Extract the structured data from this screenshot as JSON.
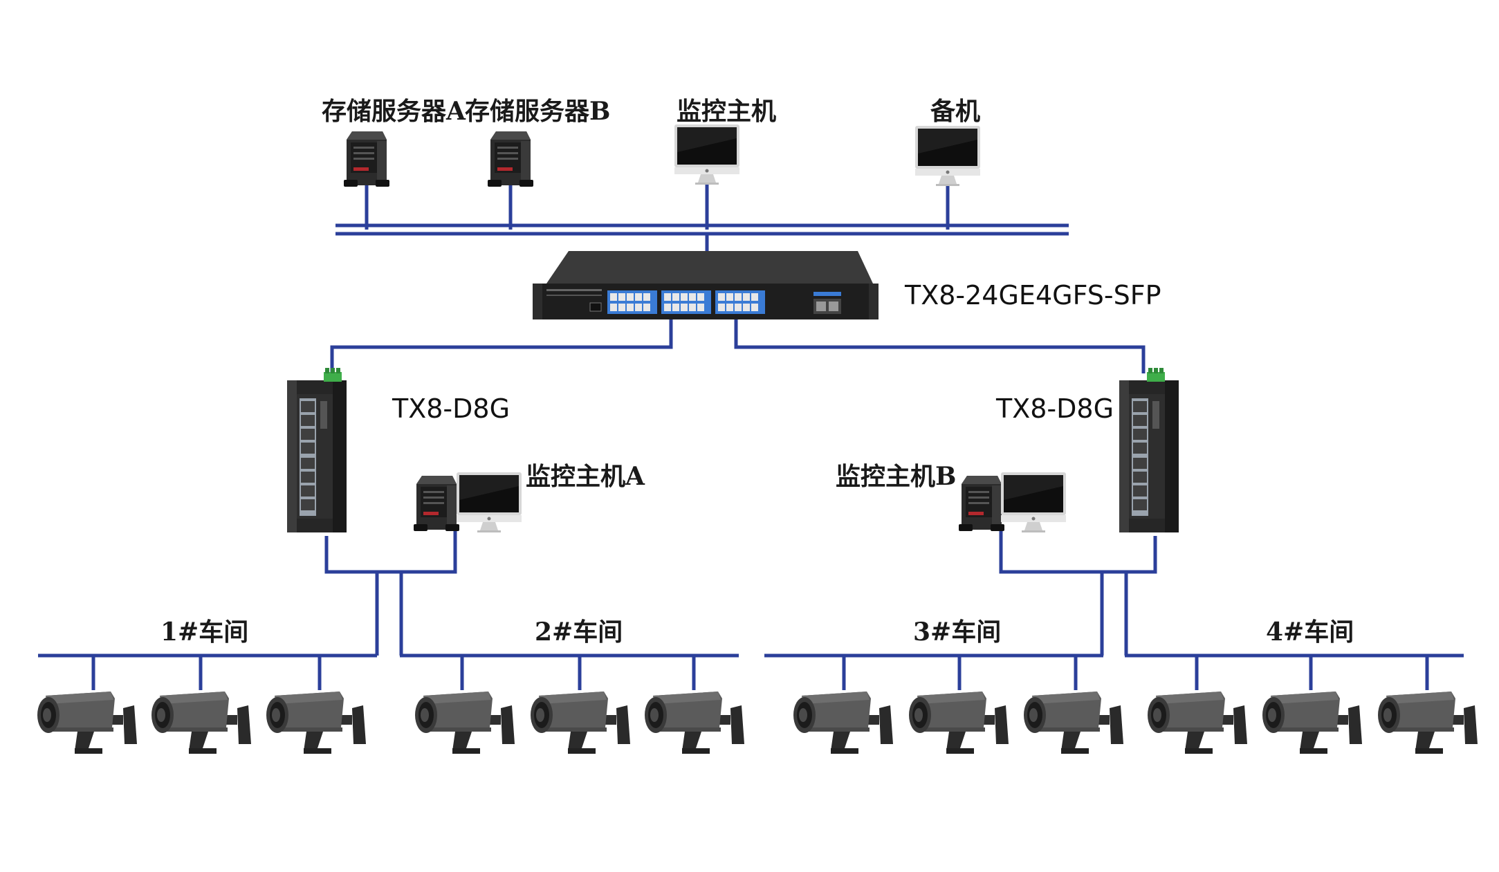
{
  "colors": {
    "line": "#2b3f9a",
    "device_dark": "#2a2a2a",
    "port_blue": "#3a7bd5",
    "terminal_green": "#3fae4a"
  },
  "labels": {
    "storage_a": "存储服务器A",
    "storage_b": "存储服务器B",
    "monitor_host": "监控主机",
    "standby": "备机",
    "core_switch": "TX8-24GE4GFS-SFP",
    "edge_switch_left": "TX8-D8G",
    "edge_switch_right": "TX8-D8G",
    "monitor_host_a": "监控主机A",
    "monitor_host_b": "监控主机B",
    "workshop_1": "1#车间",
    "workshop_2": "2#车间",
    "workshop_3": "3#车间",
    "workshop_4": "4#车间"
  },
  "icons": {
    "server": "server-tower-icon",
    "monitor": "desktop-monitor-icon",
    "core_switch": "rack-switch-icon",
    "din_switch": "din-rail-switch-icon",
    "camera": "bullet-camera-icon"
  }
}
